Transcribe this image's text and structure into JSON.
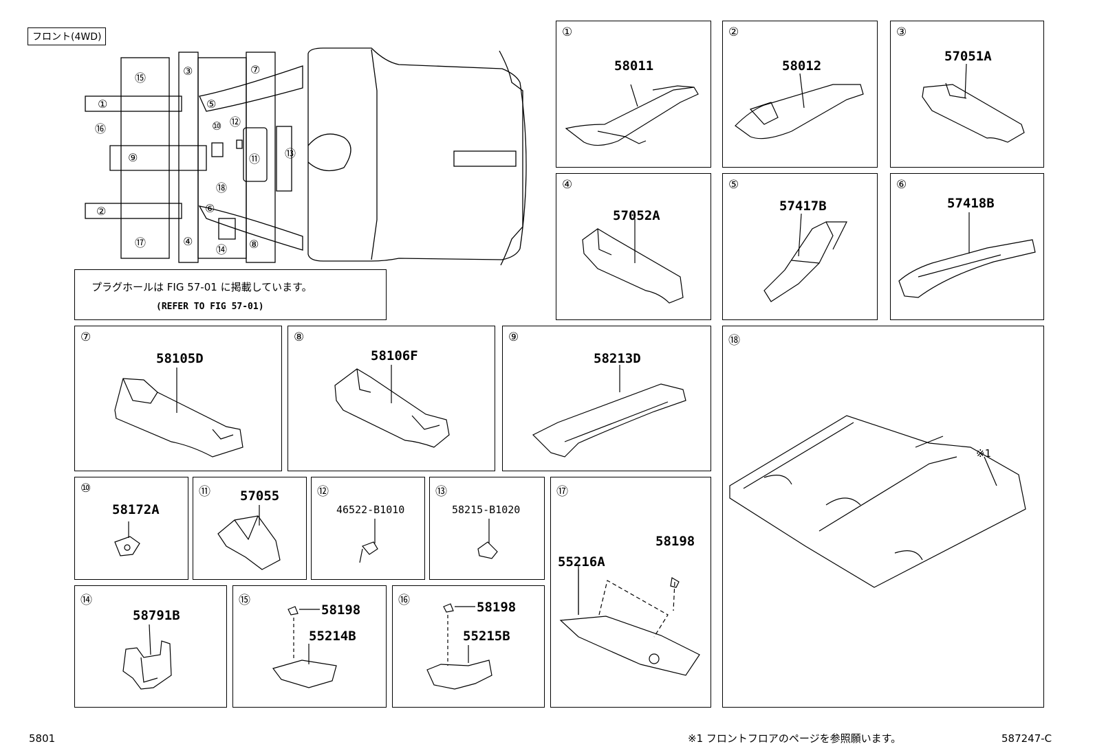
{
  "header": {
    "front_label": "フロント(4WD)"
  },
  "note": {
    "jp": "プラグホールは FIG 57-01 に掲載しています。",
    "en": "(REFER TO FIG 57-01)"
  },
  "overview_callouts": [
    "⑮",
    "①",
    "⑯",
    "⑨",
    "②",
    "⑰",
    "③",
    "④",
    "⑦",
    "⑤",
    "⑩",
    "⑫",
    "⑪",
    "⑬",
    "⑱",
    "⑥",
    "⑭",
    "⑧"
  ],
  "panels": [
    {
      "num": "①",
      "code": "58011"
    },
    {
      "num": "②",
      "code": "58012"
    },
    {
      "num": "③",
      "code": "57051A"
    },
    {
      "num": "④",
      "code": "57052A"
    },
    {
      "num": "⑤",
      "code": "57417B"
    },
    {
      "num": "⑥",
      "code": "57418B"
    },
    {
      "num": "⑦",
      "code": "58105D"
    },
    {
      "num": "⑧",
      "code": "58106F"
    },
    {
      "num": "⑨",
      "code": "58213D"
    },
    {
      "num": "⑩",
      "code": "58172A"
    },
    {
      "num": "⑪",
      "code": "57055"
    },
    {
      "num": "⑫",
      "code": "46522-B1010"
    },
    {
      "num": "⑬",
      "code": "58215-B1020"
    },
    {
      "num": "⑭",
      "code": "58791B"
    },
    {
      "num": "⑮",
      "code": "58198",
      "code2": "55214B"
    },
    {
      "num": "⑯",
      "code": "58198",
      "code2": "55215B"
    },
    {
      "num": "⑰",
      "code": "58198",
      "code2": "55216A"
    },
    {
      "num": "⑱",
      "code": "※1"
    }
  ],
  "footer": {
    "left": "5801",
    "note": "※1  フロントフロアのページを参照願います。",
    "right": "587247-C"
  }
}
